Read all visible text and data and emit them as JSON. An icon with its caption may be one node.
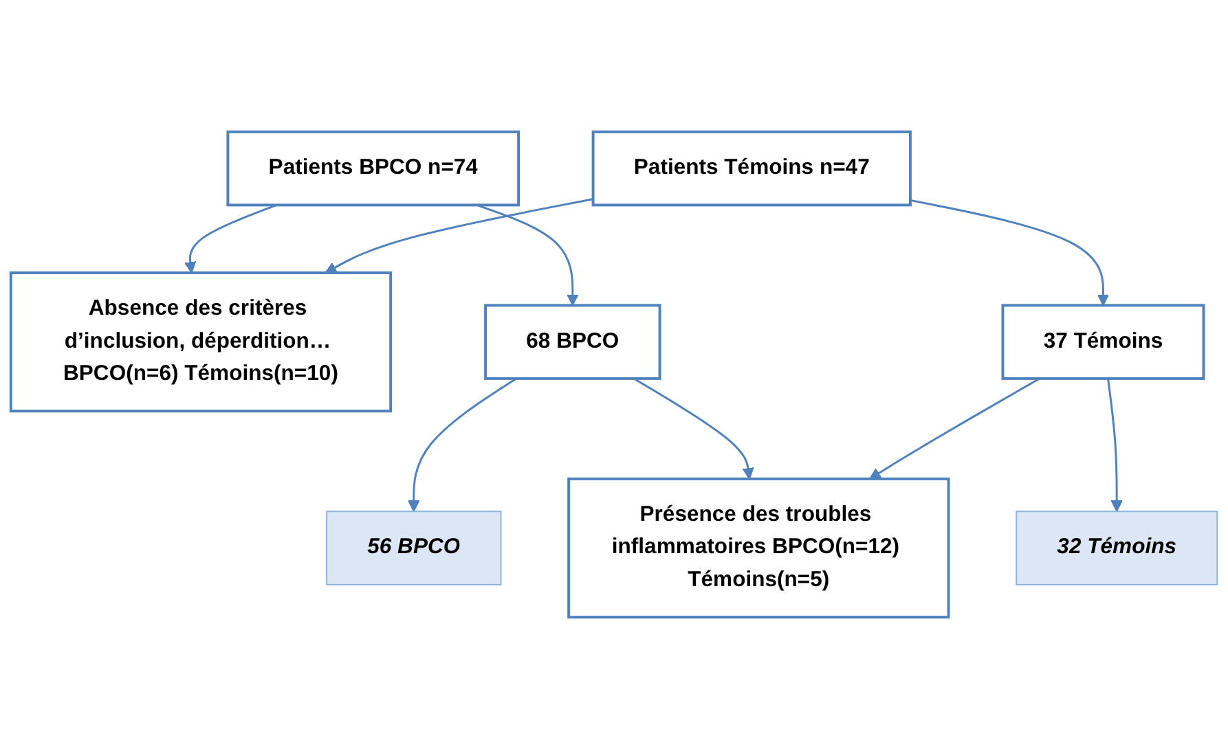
{
  "diagram": {
    "nodes": [
      {
        "text": [
          "Patients BPCO n=74"
        ]
      },
      {
        "text": [
          "Patients Témoins n=47"
        ]
      },
      {
        "text": [
          "Absence des critères d’inclusion, déperdition… BPCO(n=6) Témoins(n=10)"
        ]
      },
      {
        "text": [
          "68 BPCO"
        ]
      },
      {
        "text": [
          "37 Témoins"
        ]
      },
      {
        "text": [
          "Présence des troubles inflammatoires BPCO(n=12) Témoins(n=5)"
        ]
      },
      {
        "text": [
          "56 BPCO"
        ]
      },
      {
        "text": [
          "32 Témoins"
        ]
      }
    ],
    "edges": [
      {
        "from": 0,
        "to": 3,
        "arrow": "to"
      },
      {
        "from": 1,
        "to": 4,
        "arrow": "to"
      },
      {
        "from": 0,
        "to": 2,
        "arrow": "to"
      },
      {
        "from": 1,
        "to": 2,
        "arrow": "to"
      },
      {
        "from": 3,
        "to": 6,
        "arrow": "to"
      },
      {
        "from": 4,
        "to": 7,
        "arrow": "to"
      },
      {
        "from": 3,
        "to": 5,
        "arrow": "to"
      },
      {
        "from": 4,
        "to": 5,
        "arrow": "to"
      }
    ]
  }
}
